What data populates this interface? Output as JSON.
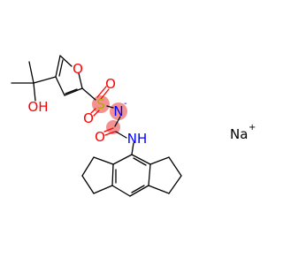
{
  "structure": {
    "atoms": {
      "oh": "OH",
      "ring_o": "O",
      "s": "S",
      "so_o1": "O",
      "so_o2": "O",
      "n": "N",
      "carbonyl_o": "O",
      "nh": "NH"
    },
    "charges": {
      "n_charge": "-",
      "na_charge": "+"
    },
    "counter_ion": "Na",
    "colors": {
      "bond": "#000000",
      "oxygen": "#ff0000",
      "sulfur": "#b8a800",
      "nitrogen": "#0000ff",
      "counter_ion": "#000000",
      "highlight": "#f08080"
    }
  }
}
